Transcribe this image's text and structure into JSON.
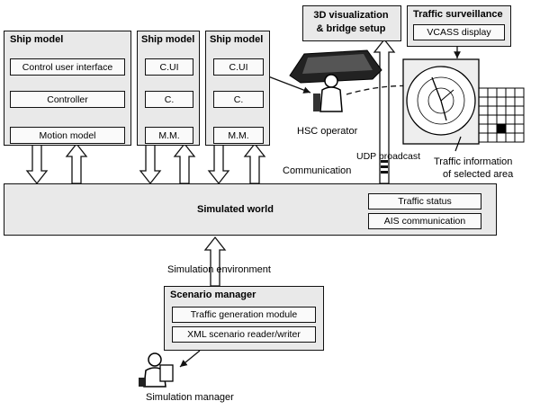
{
  "ship_models": [
    {
      "title": "Ship model",
      "ui": "Control user interface",
      "controller": "Controller",
      "motion": "Motion model"
    },
    {
      "title": "Ship model",
      "ui": "C.UI",
      "controller": "C.",
      "motion": "M.M."
    },
    {
      "title": "Ship model",
      "ui": "C.UI",
      "controller": "C.",
      "motion": "M.M."
    }
  ],
  "viz": {
    "title_line1": "3D visualization",
    "title_line2": "& bridge setup"
  },
  "surveillance": {
    "title": "Traffic surveillance",
    "display": "VCASS display"
  },
  "labels": {
    "hsc_operator": "HSC operator",
    "udp_broadcast": "UDP broadcast",
    "communication": "Communication",
    "traffic_info_line1": "Traffic information",
    "traffic_info_line2": "of selected area",
    "simulation_environment": "Simulation environment",
    "simulation_manager": "Simulation manager"
  },
  "world": {
    "title": "Simulated world",
    "traffic_status": "Traffic status",
    "ais": "AIS communication"
  },
  "scenario": {
    "title": "Scenario manager",
    "module1": "Traffic generation module",
    "module2": "XML scenario reader/writer"
  }
}
